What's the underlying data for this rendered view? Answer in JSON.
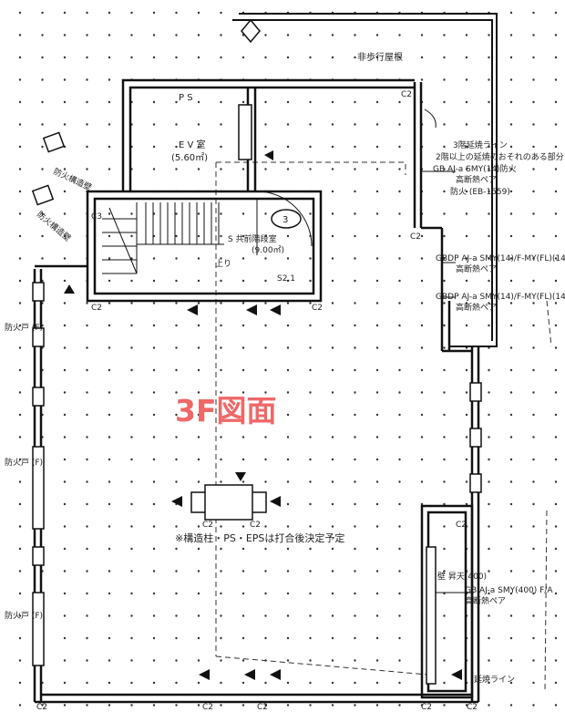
{
  "title": "3F図面",
  "title_color": "#ef6868",
  "note": "※構造柱・PS・EPSは打合後決定予定",
  "rooms": {
    "ps": "P S",
    "ev": "E V 室",
    "ev_area": "(5.60㎡)",
    "stair_no": "3",
    "common": "S 共前階段室",
    "common_area": "(9.00㎡)",
    "stair_up": "上り",
    "stair_pos": "S2.1",
    "evac": "非歩行屋根"
  },
  "marks": {
    "fire_door_1": "防火戸 (F)",
    "fire_door_2": "防火戸 (F)",
    "fire_door_3": "防火戸 (F)",
    "fire_smoke_1": "防火構造壁",
    "fire_smoke_2": "防火構造壁",
    "right_notes": [
      "3階延焼ライン",
      "2階以上の延焼のおそれのある部分",
      "GB AJ-a SMY(14)防火",
      "高断熱ペア",
      "防火 (EB-1559)",
      "GBDP AJ-a SMY(14)/F-MY(FL)(14/",
      "高断熱ペア",
      "GBDP AJ-a SMY(14)/F-MY(FL)(14/",
      "高断熱ペア"
    ],
    "lower_right_notes": [
      "C2",
      "壁 昇天(400)",
      "GB AJ-a SMY(400) F/A",
      "高断熱ペア",
      "延焼ライン"
    ],
    "column": "C2",
    "column_alt": "C3"
  }
}
